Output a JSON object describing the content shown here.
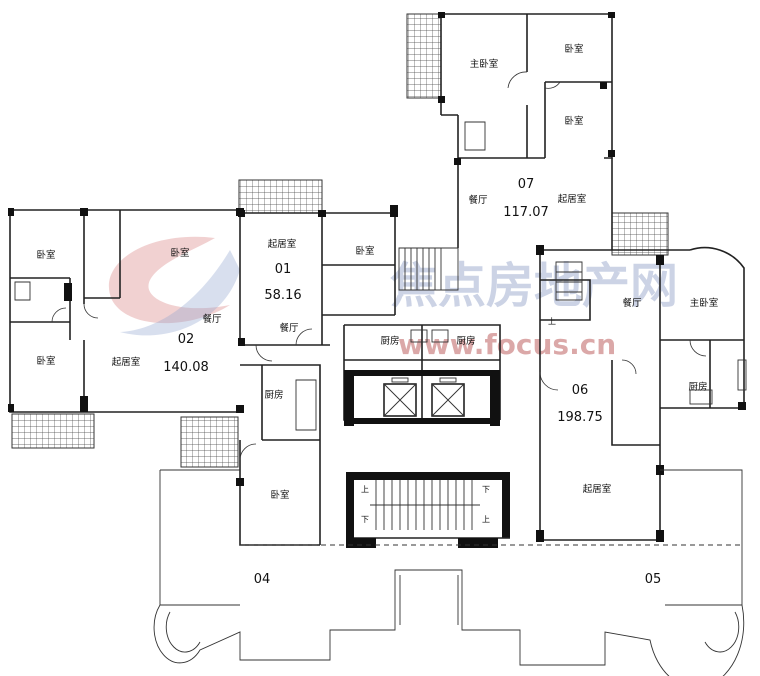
{
  "watermark": {
    "text": "焦点房地产网",
    "url": "www.focus.cn",
    "color": "#8f9fc6",
    "url_color": "#b04040"
  },
  "units": [
    {
      "id": "01",
      "area": "58.16"
    },
    {
      "id": "02",
      "area": "140.08"
    },
    {
      "id": "06",
      "area": "198.75"
    },
    {
      "id": "07",
      "area": "117.07"
    },
    {
      "id": "04",
      "area": ""
    },
    {
      "id": "05",
      "area": ""
    }
  ],
  "rooms": {
    "master_bedroom": "主卧室",
    "bedroom": "卧室",
    "living_room": "起居室",
    "dining": "餐厅",
    "kitchen": "厨房"
  },
  "stairs": {
    "up": "上",
    "down": "下"
  }
}
